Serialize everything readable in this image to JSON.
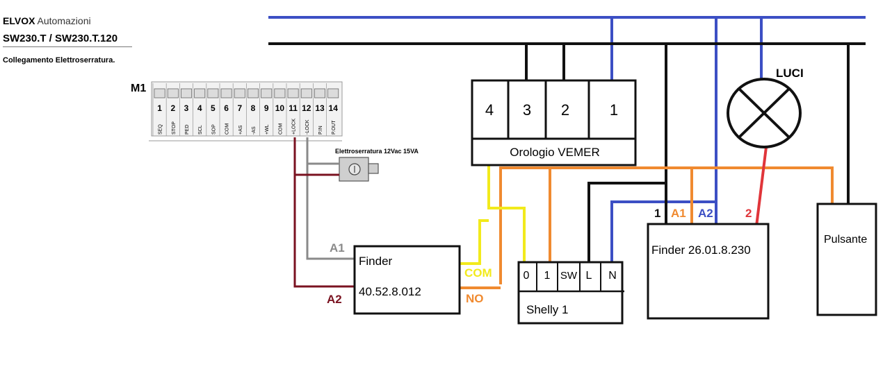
{
  "header": {
    "brand": "ELVOX",
    "brand_suffix": "Automazioni",
    "model": "SW230.T / SW230.T.120",
    "subtitle": "Collegamento Elettroserratura."
  },
  "terminal_block": {
    "label": "M1",
    "numbers": [
      "1",
      "2",
      "3",
      "4",
      "5",
      "6",
      "7",
      "8",
      "9",
      "10",
      "11",
      "12",
      "13",
      "14"
    ],
    "names": [
      "SEQ",
      "STOP",
      "PED",
      "SCL",
      "SOP",
      "COM",
      "+AS",
      "-AS",
      "+WL",
      "COM",
      "+LOCK",
      "-LOCK",
      "P.IN",
      "P.OUT"
    ]
  },
  "lock": {
    "label": "Elettroserratura 12Vac 15VA"
  },
  "timer": {
    "terminals": [
      "4",
      "3",
      "2",
      "1"
    ],
    "label": "Orologio VEMER"
  },
  "lamp": {
    "label": "LUCI"
  },
  "finder_small": {
    "line1": "Finder",
    "line2": "40.52.8.012",
    "a1": "A1",
    "a2": "A2",
    "com": "COM",
    "no": "NO"
  },
  "shelly": {
    "terminals": [
      "0",
      "1",
      "SW",
      "L",
      "N"
    ],
    "label": "Shelly 1"
  },
  "finder_big": {
    "label": "Finder 26.01.8.230",
    "pins": [
      "1",
      "A1",
      "A2",
      "2"
    ]
  },
  "button": {
    "label": "Pulsante"
  },
  "colors": {
    "neutral": "#3c4fc4",
    "phase": "#111111",
    "yellow": "#f2ea1c",
    "orange": "#f08a30",
    "red": "#e0353a",
    "maroon": "#7a1220",
    "grey": "#8a8a8a"
  }
}
